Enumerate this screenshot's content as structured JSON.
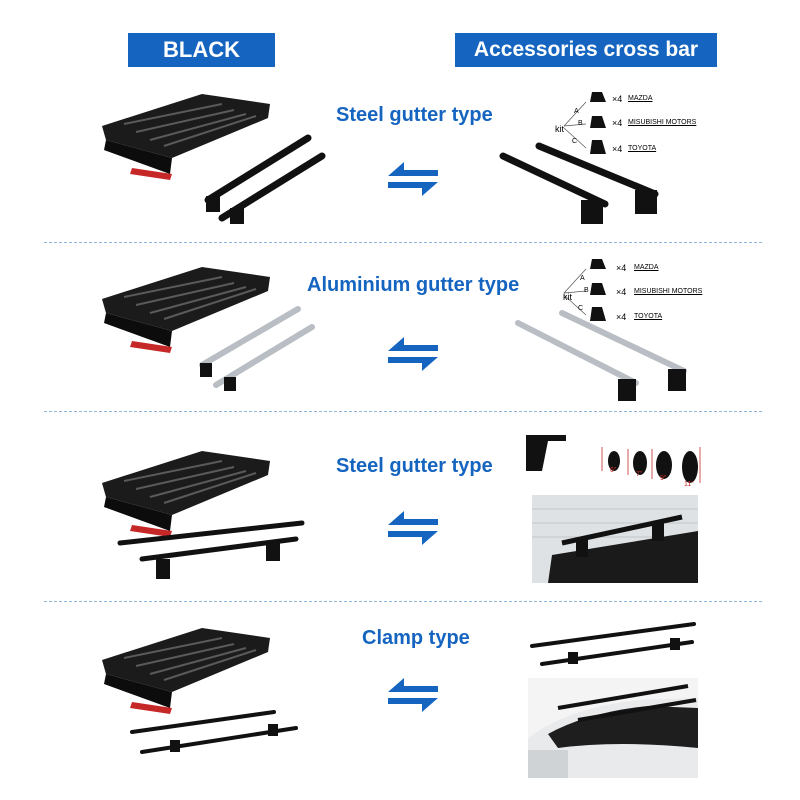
{
  "headers": {
    "left": "BLACK",
    "right": "Accessories cross bar"
  },
  "rows": [
    {
      "type_label": "Steel gutter type",
      "kit": {
        "label": "kit",
        "letters": [
          "A",
          "B",
          "C"
        ],
        "qty": "×4",
        "brands": [
          "MAZDA",
          "MISUBISHI MOTORS",
          "TOYOTA"
        ]
      }
    },
    {
      "type_label": "Aluminium gutter type",
      "kit": {
        "label": "kit",
        "letters": [
          "A",
          "B",
          "C"
        ],
        "qty": "×4",
        "brands": [
          "MAZDA",
          "MISUBISHI MOTORS",
          "TOYOTA"
        ]
      }
    },
    {
      "type_label": "Steel gutter type",
      "foot_sizes": [
        "6\"",
        "7\"",
        "9\"",
        "11\""
      ]
    },
    {
      "type_label": "Clamp type"
    }
  ],
  "icons": {
    "swap": "swap-arrows-icon"
  },
  "colors": {
    "accent": "#1565c0",
    "product": "#111111",
    "silver": "#b9bec4",
    "tail": "#c62828"
  }
}
